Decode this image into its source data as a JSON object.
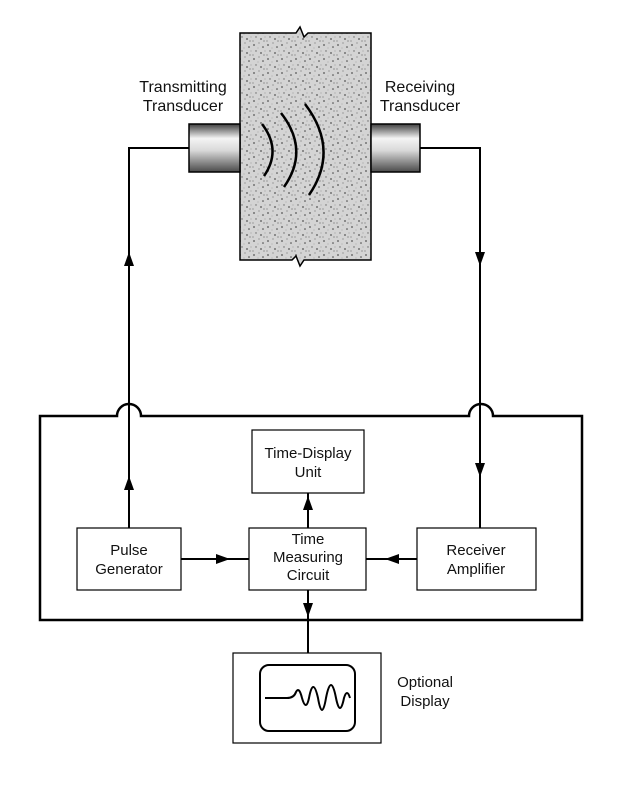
{
  "transducers": {
    "transmitting": {
      "line1": "Transmitting",
      "line2": "Transducer"
    },
    "receiving": {
      "line1": "Receiving",
      "line2": "Transducer"
    }
  },
  "blocks": {
    "time_display": {
      "line1": "Time-Display",
      "line2": "Unit"
    },
    "pulse_generator": {
      "line1": "Pulse",
      "line2": "Generator"
    },
    "time_measuring": {
      "line1": "Time",
      "line2": "Measuring",
      "line3": "Circuit"
    },
    "receiver_amplifier": {
      "line1": "Receiver",
      "line2": "Amplifier"
    }
  },
  "optional_display": {
    "line1": "Optional",
    "line2": "Display"
  },
  "colors": {
    "line": "#000000",
    "specimen_fill": "#c9c9c9",
    "transducer_light": "#f2f2f2",
    "transducer_dark": "#4a4a4a"
  }
}
